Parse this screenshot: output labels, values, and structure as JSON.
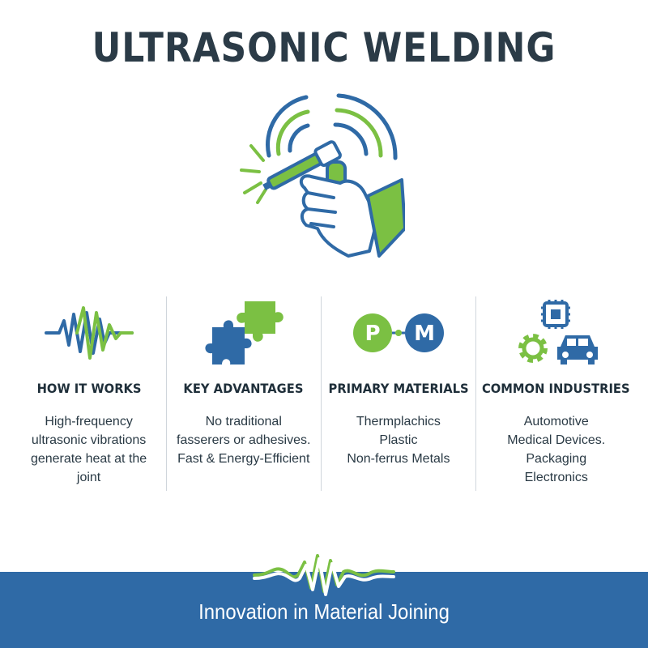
{
  "title": "ULTRASONIC WELDING",
  "hero": {
    "icon": "hand-holding-welder-icon"
  },
  "colors": {
    "blue": "#2f6aa6",
    "green": "#7bc043",
    "dark": "#2b3b47",
    "band": "#2f6aa6"
  },
  "columns": [
    {
      "icon": "waveform-icon",
      "heading": "HOW IT WORKS",
      "lines": [
        "High-frequency",
        "ultrasonic vibrations",
        "generate heat at the",
        "joint"
      ]
    },
    {
      "icon": "puzzle-pieces-icon",
      "heading": "KEY ADVANTAGES",
      "lines": [
        "No traditional",
        "fasserers or adhesives.",
        "Fast & Energy-Efficient"
      ]
    },
    {
      "icon": "plastic-metal-icon",
      "badges": [
        "P",
        "M"
      ],
      "heading": "PRIMARY MATERIALS",
      "lines": [
        "Thermplachics",
        "Plastic",
        "Non-ferrus Metals"
      ]
    },
    {
      "icon": "industry-icons",
      "heading": "COMMON INDUSTRIES",
      "lines": [
        "Automotive",
        "Medical Devices.",
        "Packaging",
        "Electronics"
      ]
    }
  ],
  "footer": {
    "icon": "waveform-icon",
    "tagline": "Innovation in Material Joining"
  }
}
